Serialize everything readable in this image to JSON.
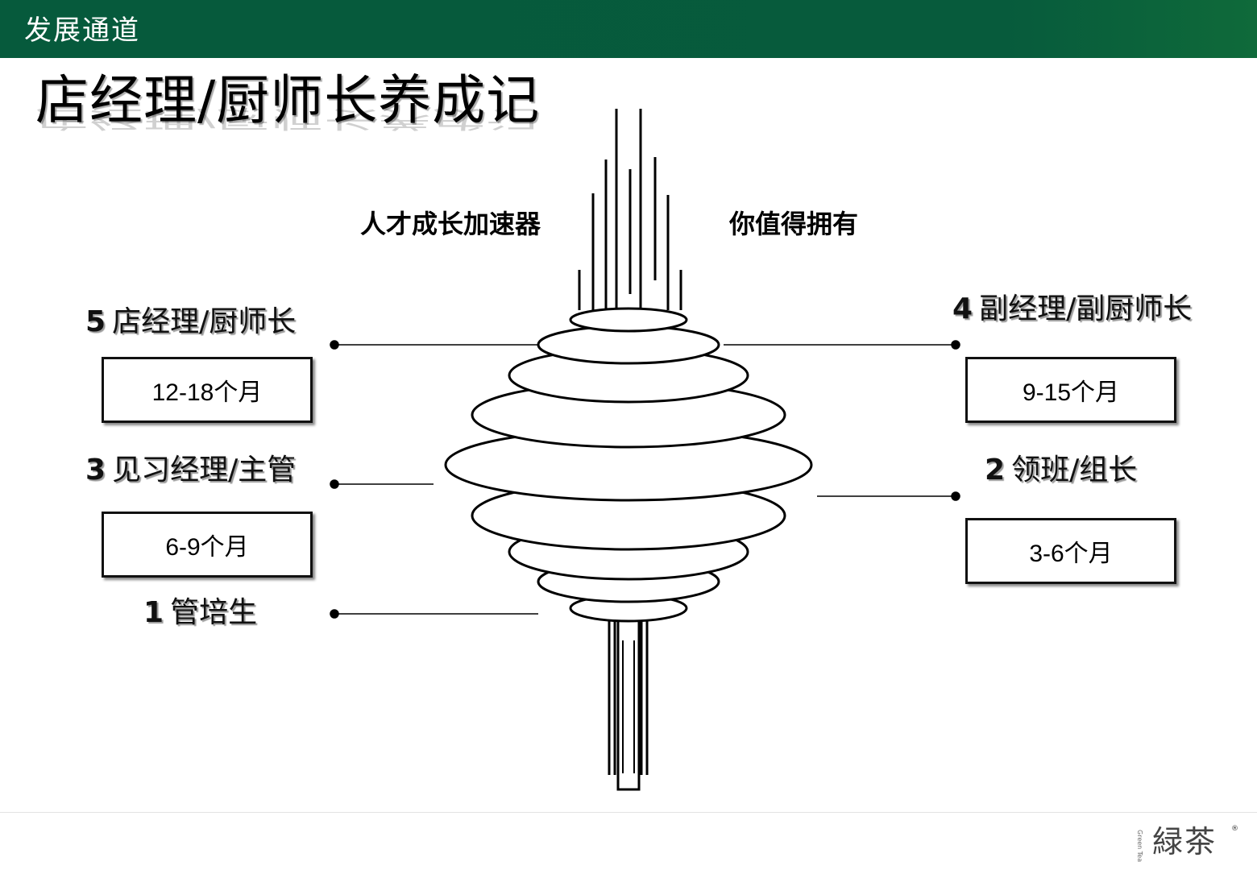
{
  "header": {
    "title": "发展通道"
  },
  "page_title": "店经理/厨师长养成记",
  "slogans": {
    "left": "人才成长加速器",
    "right": "你值得拥有"
  },
  "stages": [
    {
      "num": "1",
      "name": "管培生"
    },
    {
      "num": "2",
      "name": "领班/组长",
      "duration": "3-6个月"
    },
    {
      "num": "3",
      "name": "见习经理/主管",
      "duration": "6-9个月"
    },
    {
      "num": "4",
      "name": "副经理/副厨师长",
      "duration": "9-15个月"
    },
    {
      "num": "5",
      "name": "店经理/厨师长",
      "duration": "12-18个月"
    }
  ],
  "logo": {
    "text": "緑茶",
    "sub": "Green Tea",
    "reg": "®"
  }
}
